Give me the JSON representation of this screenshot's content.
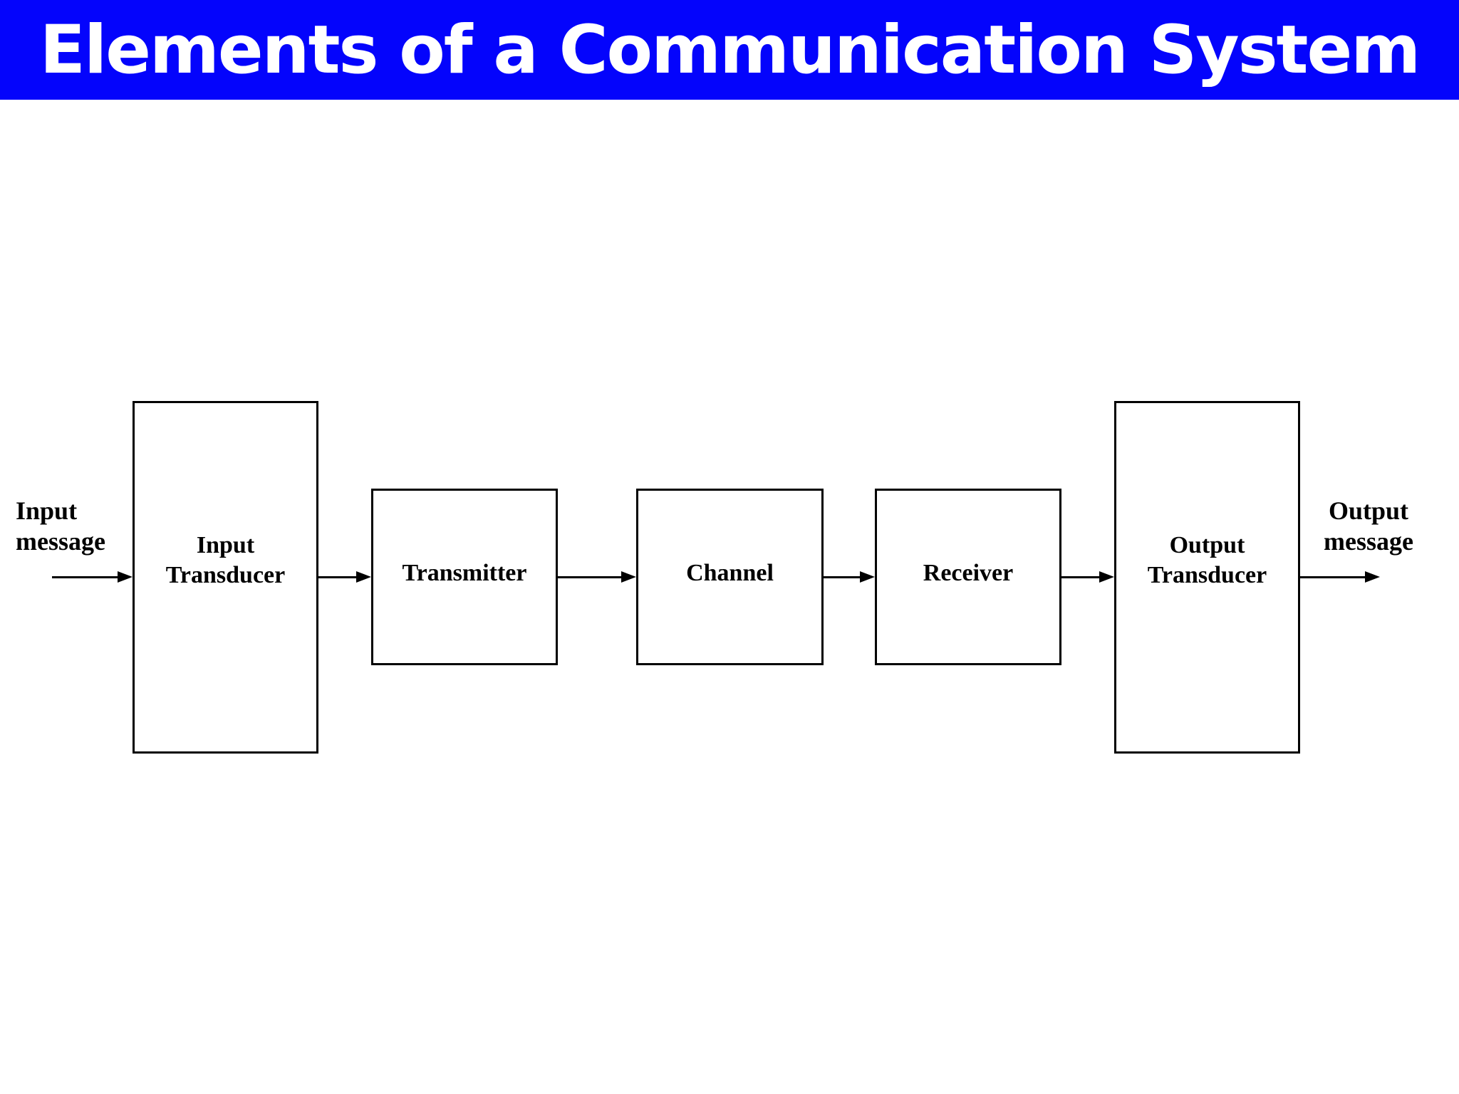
{
  "header": {
    "title": "Elements of a Communication System",
    "background_color": "#0404fc",
    "text_color": "#ffffff"
  },
  "diagram": {
    "line_color": "#000000",
    "box_fill": "#ffffff",
    "input_label": {
      "lines": [
        "Input",
        "message"
      ]
    },
    "output_label": {
      "lines": [
        "Output",
        "message"
      ]
    },
    "blocks": [
      {
        "id": "input-transducer",
        "lines": [
          "Input",
          "Transducer"
        ]
      },
      {
        "id": "transmitter",
        "lines": [
          "Transmitter"
        ]
      },
      {
        "id": "channel",
        "lines": [
          "Channel"
        ]
      },
      {
        "id": "receiver",
        "lines": [
          "Receiver"
        ]
      },
      {
        "id": "output-transducer",
        "lines": [
          "Output",
          "Transducer"
        ]
      }
    ]
  }
}
